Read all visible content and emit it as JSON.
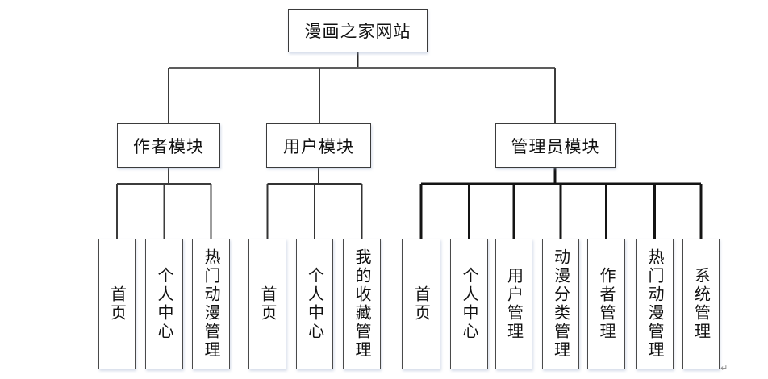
{
  "diagram": {
    "title_node": "漫画之家网站",
    "modules": [
      {
        "label": "作者模块",
        "children": [
          "首页",
          "个人中心",
          "热门动漫管理"
        ]
      },
      {
        "label": "用户模块",
        "children": [
          "首页",
          "个人中心",
          "我的收藏管理"
        ]
      },
      {
        "label": "管理员模块",
        "children": [
          "首页",
          "个人中心",
          "用户管理",
          "动漫分类管理",
          "作者管理",
          "热门动漫管理",
          "系统管理"
        ]
      }
    ],
    "paragraph_mark": "↵"
  }
}
